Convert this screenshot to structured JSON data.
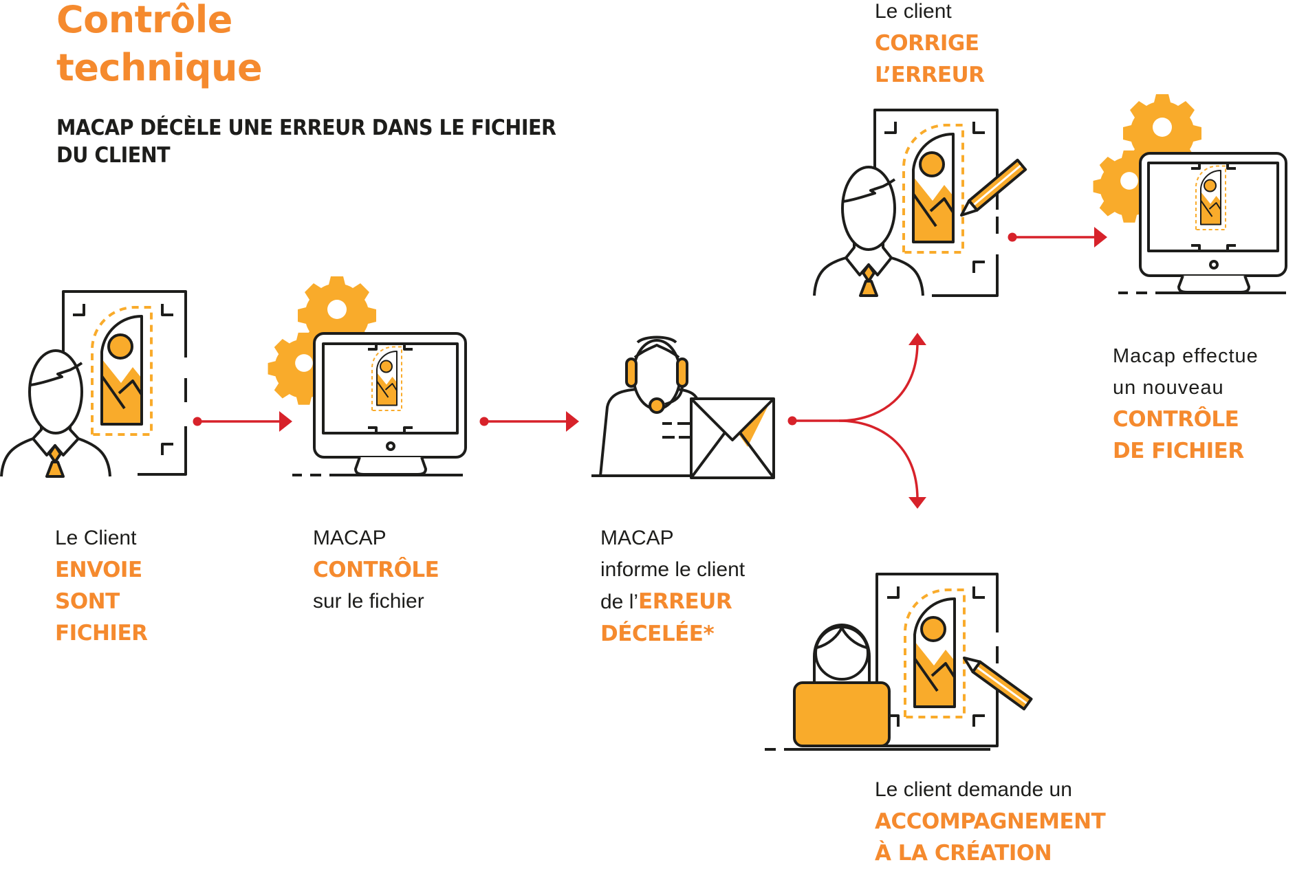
{
  "header": {
    "title_line1": "Contrôle",
    "title_line2": "technique",
    "subtitle_line1": "MACAP DÉCÈLE UNE ERREUR DANS LE FICHIER",
    "subtitle_line2": "DU CLIENT"
  },
  "colors": {
    "highlight_orange": "#F58A2E",
    "icon_orange": "#F9AB2B",
    "arrow_red": "#D7222A",
    "ink": "#1d1d1b"
  },
  "steps": [
    {
      "id": "client-sends",
      "icon": "client-document-icon",
      "lines": [
        {
          "text": "Le Client",
          "highlight": false
        },
        {
          "text": "ENVOIE",
          "highlight": true
        },
        {
          "text": "SONT",
          "highlight": true
        },
        {
          "text": "FICHIER",
          "highlight": true
        }
      ]
    },
    {
      "id": "macap-checks",
      "icon": "monitor-gears-icon",
      "lines": [
        {
          "text": "MACAP",
          "highlight": false
        },
        {
          "text": "CONTRÔLE",
          "highlight": true
        },
        {
          "text": "sur le fichier",
          "highlight": false
        }
      ]
    },
    {
      "id": "macap-informs",
      "icon": "support-agent-envelope-icon",
      "lines": [
        {
          "text": "MACAP",
          "highlight": false
        },
        {
          "text": "informe le client",
          "highlight": false
        },
        {
          "text_prefix": "de l’",
          "text": "ERREUR",
          "highlight": true
        },
        {
          "text": "DÉCELÉE*",
          "highlight": true
        }
      ]
    },
    {
      "id": "client-corrects",
      "icon": "client-pencil-document-icon",
      "lines": [
        {
          "text": "Le client",
          "highlight": false
        },
        {
          "text": "CORRIGE",
          "highlight": true
        },
        {
          "text": "L’ERREUR",
          "highlight": true
        }
      ]
    },
    {
      "id": "macap-rechecks",
      "icon": "monitor-gears-icon",
      "lines": [
        {
          "text": "Macap effectue",
          "highlight": false
        },
        {
          "text": "un nouveau",
          "highlight": false
        },
        {
          "text": "CONTRÔLE",
          "highlight": true
        },
        {
          "text": "DE FICHIER",
          "highlight": true
        }
      ]
    },
    {
      "id": "client-requests-help",
      "icon": "client-laptop-pencil-document-icon",
      "lines": [
        {
          "text": "Le client demande un",
          "highlight": false
        },
        {
          "text": "ACCOMPAGNEMENT",
          "highlight": true
        },
        {
          "text": "À LA CRÉATION",
          "highlight": true
        }
      ]
    }
  ],
  "flow": [
    {
      "from": "client-sends",
      "to": "macap-checks"
    },
    {
      "from": "macap-checks",
      "to": "macap-informs"
    },
    {
      "from": "macap-informs",
      "to": "client-corrects",
      "branch": "up"
    },
    {
      "from": "macap-informs",
      "to": "client-requests-help",
      "branch": "down"
    },
    {
      "from": "client-corrects",
      "to": "macap-rechecks"
    }
  ]
}
